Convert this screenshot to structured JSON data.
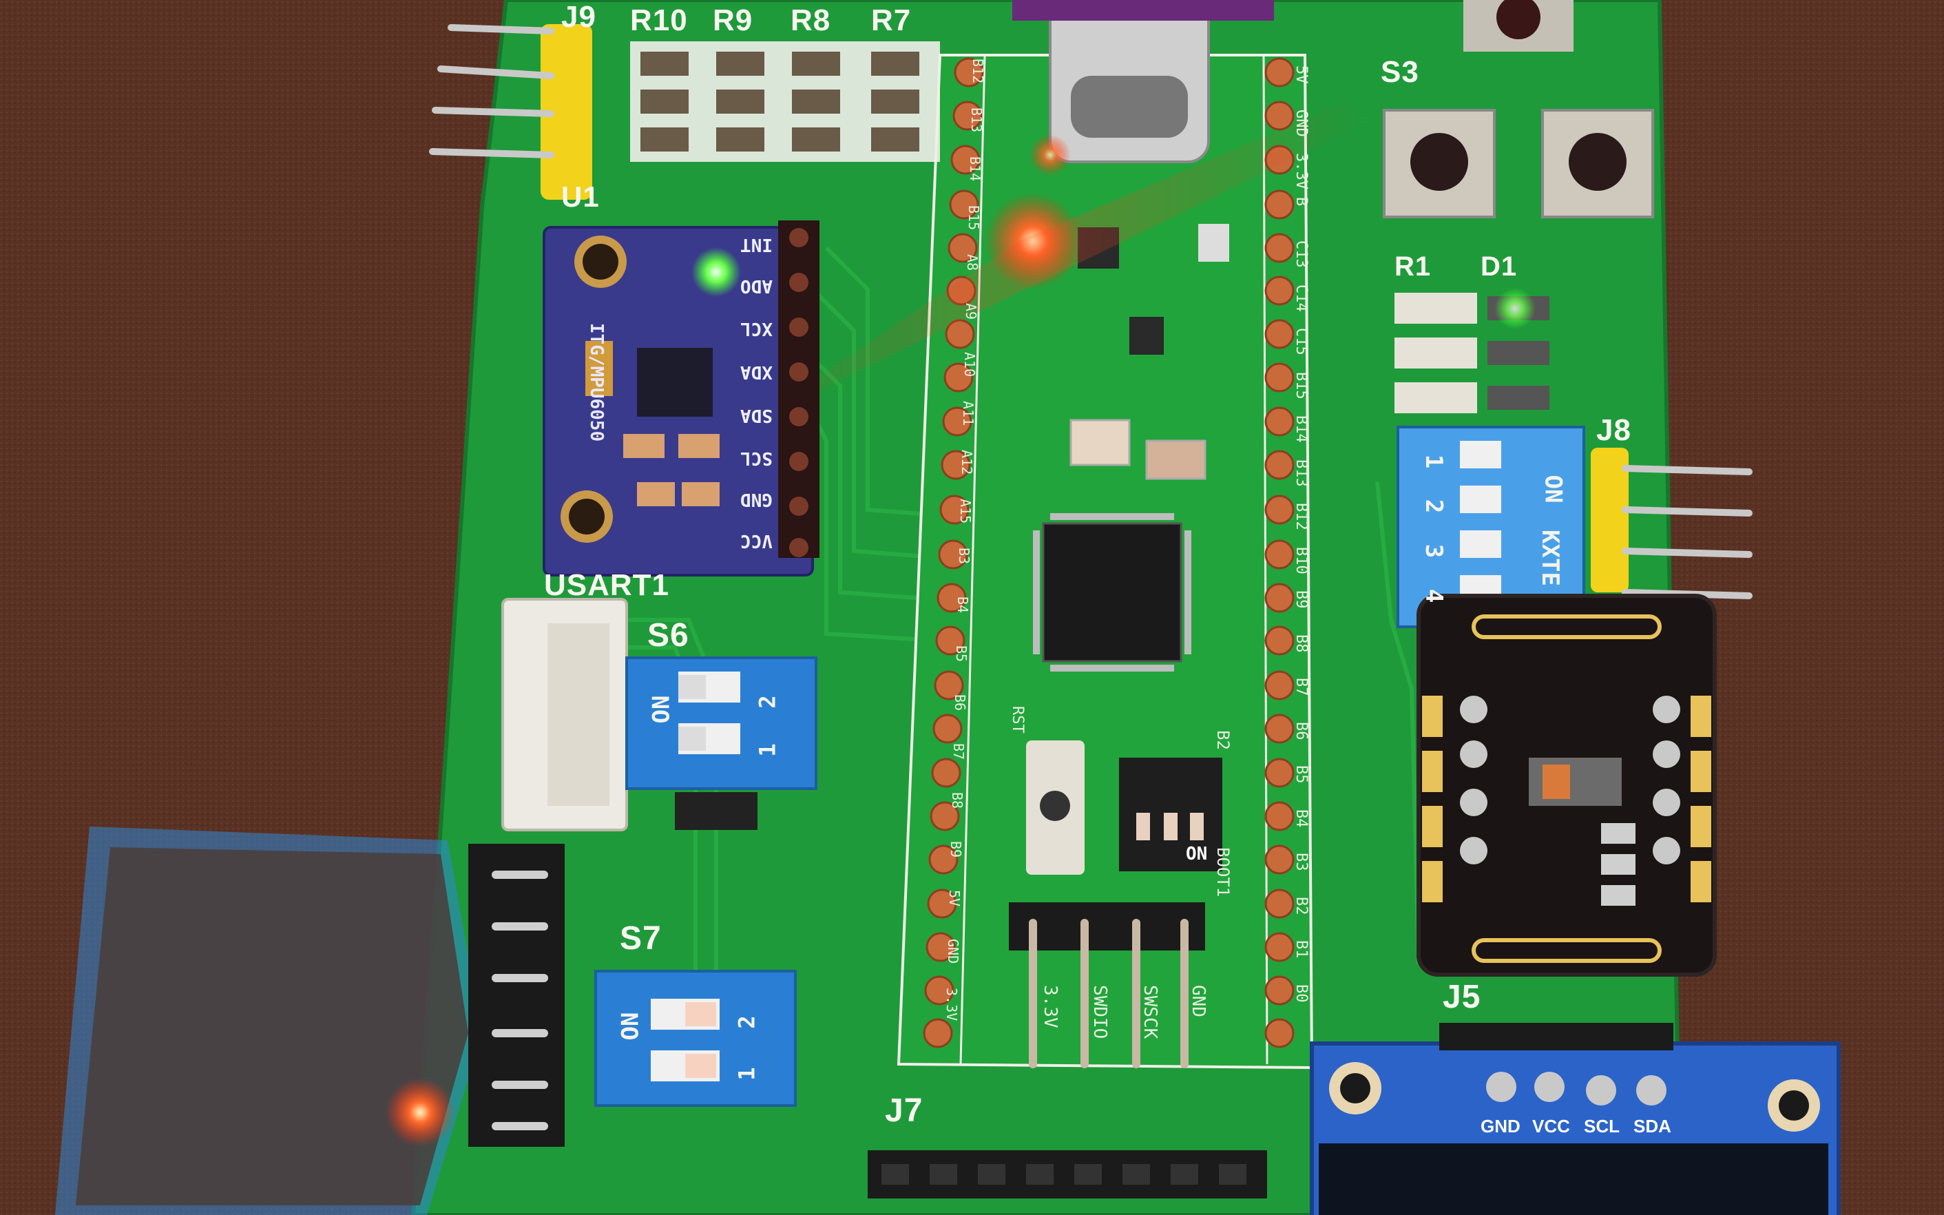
{
  "board": {
    "headers": {
      "j9": "J9",
      "j8": "J8",
      "j7": "J7",
      "j5": "J5",
      "u1": "U1",
      "usart1": "USART1"
    },
    "resistors": {
      "r10": "R10",
      "r9": "R9",
      "r8": "R8",
      "r7": "R7",
      "r1": "R1"
    },
    "switches": {
      "s3": "S3",
      "s6": "S6",
      "s7": "S7"
    },
    "leds": {
      "d1": "D1"
    },
    "dip_small": {
      "on": "ON",
      "n1": "1",
      "n2": "2"
    },
    "dip_large": {
      "on": "ON",
      "brand": "KXTE",
      "n1": "1",
      "n2": "2",
      "n3": "3",
      "n4": "4"
    }
  },
  "mpu6050": {
    "name": "ITG/MPU6050",
    "pins": [
      "INT",
      "ADO",
      "XCL",
      "XDA",
      "SDA",
      "SCL",
      "GND",
      "VCC"
    ]
  },
  "stm32": {
    "left_pins": [
      "B12",
      "B13",
      "B14",
      "B15",
      "A8",
      "A9",
      "A10",
      "A11",
      "A12",
      "A15",
      "B3",
      "B4",
      "B5",
      "B6",
      "B7",
      "B8",
      "B9",
      "5V",
      "GND",
      "3.3V"
    ],
    "right_pins": [
      "5V",
      "GND",
      "3.3V",
      "B",
      "C13",
      "C14",
      "C15",
      "B15",
      "B14",
      "B13",
      "B12",
      "B10",
      "B9",
      "B8",
      "B7",
      "B6",
      "B5",
      "B4",
      "B3",
      "B2",
      "B1",
      "B0"
    ],
    "swd_pins": [
      "3.3V",
      "SWDIO",
      "SWSCK",
      "GND"
    ],
    "boot_label": "BOOT1",
    "rst_label": "RST",
    "dip_on": "ON",
    "b2_label": "B2"
  },
  "oled": {
    "pins": [
      "GND",
      "VCC",
      "SCL",
      "SDA"
    ]
  },
  "colors": {
    "pcb": "#1f9a3a",
    "pcb_dark": "#16772c",
    "substrate": "#5a3224",
    "silk": "#f4f4ec",
    "dip_blue": "#2a7fd4",
    "header_yellow": "#f2d21b",
    "mpu_purple": "#3a3a8c",
    "oled_blue": "#2b63c9",
    "led_red": "#ff3a1a",
    "led_green": "#6aff4a"
  }
}
